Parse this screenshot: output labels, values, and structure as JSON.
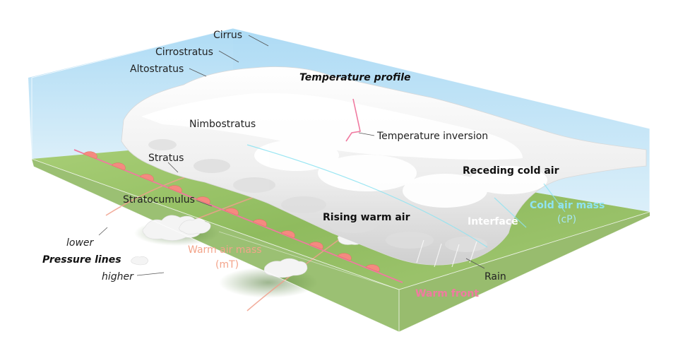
{
  "diagram": {
    "labels": {
      "cirrus": "Cirrus",
      "cirrostratus": "Cirrostratus",
      "altostratus": "Altostratus",
      "temperature_profile": "Temperature profile",
      "nimbostratus": "Nimbostratus",
      "temperature_inversion": "Temperature inversion",
      "stratus": "Stratus",
      "receding_cold_air": "Receding cold air",
      "stratocumulus": "Stratocumulus",
      "cold_air_mass": "Cold air mass",
      "cold_air_mass_code": "(cP)",
      "rising_warm_air": "Rising warm air",
      "interface": "Interface",
      "lower": "lower",
      "pressure_lines": "Pressure lines",
      "higher": "higher",
      "warm_air_mass": "Warm air mass",
      "warm_air_mass_code": "(mT)",
      "rain": "Rain",
      "warm_front": "Warm front"
    },
    "colors": {
      "sky": "#bfe3f6",
      "ground": "#9cc46c",
      "cloud": "#f1f1f1",
      "front_pink": "#f07aa0",
      "front_marker": "#f48a80",
      "cold_cyan": "#8fe3f2"
    }
  }
}
